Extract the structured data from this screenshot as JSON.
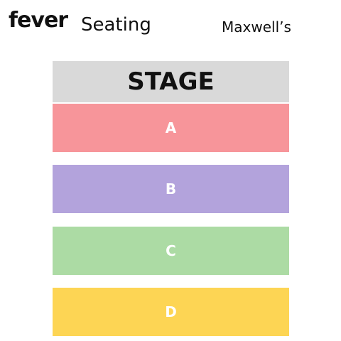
{
  "header": {
    "brand": "fever",
    "title": "Seating",
    "venue": "Maxwell’s"
  },
  "stage": {
    "label": "STAGE",
    "color": "#d9d9d9"
  },
  "sections": [
    {
      "label": "A",
      "color": "#f7959a"
    },
    {
      "label": "B",
      "color": "#b3a3dc"
    },
    {
      "label": "C",
      "color": "#acdba4"
    },
    {
      "label": "D",
      "color": "#fdd554"
    }
  ]
}
